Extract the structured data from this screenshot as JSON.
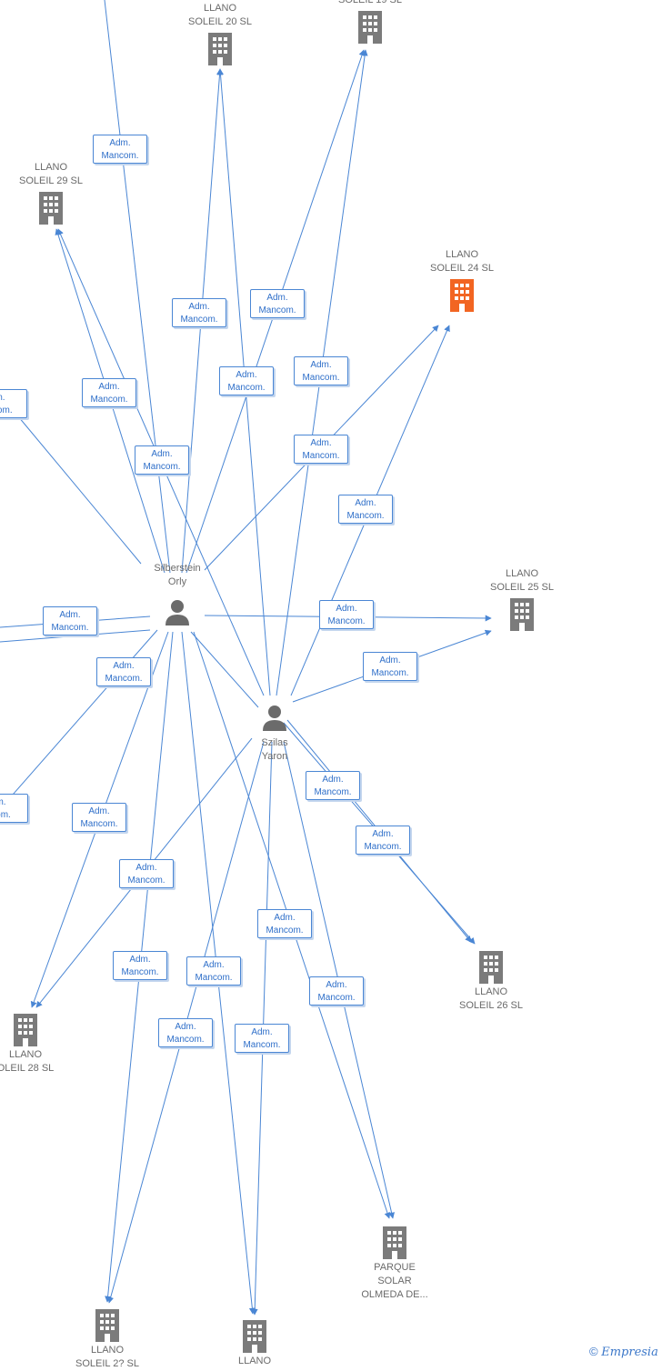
{
  "people": [
    {
      "id": "silberstein",
      "label": "Silberstein\nOrly"
    },
    {
      "id": "szilas",
      "label": "Szilas\nYaron"
    }
  ],
  "companies": [
    {
      "id": "c20",
      "label": "LLANO\nSOLEIL 20 SL",
      "highlight": false
    },
    {
      "id": "c19",
      "label": "SOLEIL 19 SL",
      "highlight": false
    },
    {
      "id": "c29",
      "label": "LLANO\nSOLEIL 29 SL",
      "highlight": false
    },
    {
      "id": "c24",
      "label": "LLANO\nSOLEIL 24 SL",
      "highlight": true
    },
    {
      "id": "c25",
      "label": "LLANO\nSOLEIL 25 SL",
      "highlight": false
    },
    {
      "id": "c26",
      "label": "LLANO\nSOLEIL 26 SL",
      "highlight": false
    },
    {
      "id": "c28",
      "label": "LLANO\nOLEIL 28 SL",
      "highlight": false
    },
    {
      "id": "cpq",
      "label": "PARQUE\nSOLAR\nOLMEDA DE...",
      "highlight": false
    },
    {
      "id": "cb1",
      "label": "LLANO\nSOLEIL 2? SL",
      "highlight": false
    },
    {
      "id": "cb2",
      "label": "LLANO",
      "highlight": false
    }
  ],
  "relation_label": "Adm.\nMancom.",
  "relation_label_cut_left": "m.\nncom.",
  "relation_label_cut_left2": "m.\ncom.",
  "colors": {
    "edge": "#4a86d4",
    "building": "#7b7b7b",
    "building_highlight": "#f26522",
    "person": "#6b6b6b"
  },
  "icons": {
    "person": "person-icon",
    "company": "building-icon",
    "company_highlight": "building-icon-highlighted"
  },
  "copyright": {
    "symbol": "©",
    "brand": "Empresia"
  }
}
